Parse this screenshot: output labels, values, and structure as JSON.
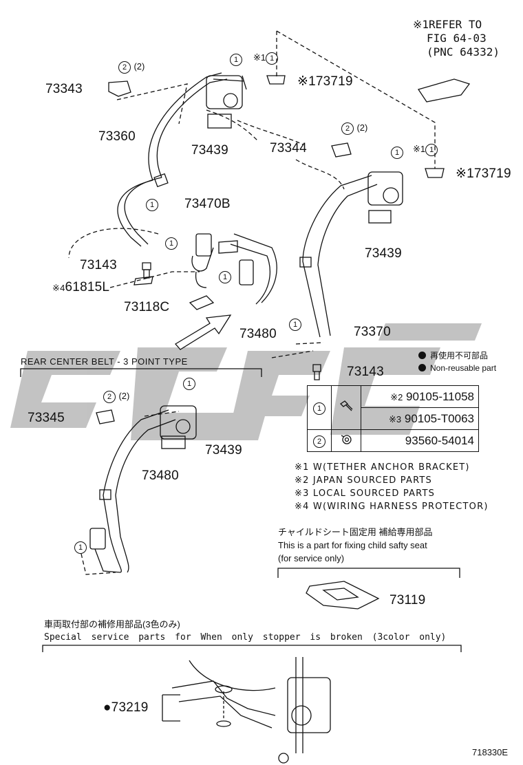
{
  "callouts": {
    "refer_line1": "※1REFER TO",
    "refer_line2": "FIG 64-03",
    "refer_line3": "(PNC 64332)",
    "qty_two": "(2)",
    "note_mark_1": "※1",
    "note_mark_4": "※4"
  },
  "part_numbers": {
    "p73343": "73343",
    "p73360": "73360",
    "p73439a": "73439",
    "p73344": "73344",
    "p73719a": "※173719",
    "p73719b": "※173719",
    "p73470b": "73470B",
    "p73439b": "73439",
    "p73143a": "73143",
    "p61815l": "61815L",
    "p73118c": "73118C",
    "p73480a": "73480",
    "p73370": "73370",
    "p73143b": "73143",
    "p73345": "73345",
    "p73439c": "73439",
    "p73480b": "73480",
    "p73119": "73119",
    "p73219": "●73219",
    "figure_code": "718330E"
  },
  "legend": {
    "non_reusable_jp": "再使用不可部品",
    "non_reusable_en": "Non-reusable part"
  },
  "fastener_table": {
    "rows": [
      {
        "key": "1",
        "note": "※2",
        "part": "90105-11058"
      },
      {
        "key": "",
        "note": "※3",
        "part": "90105-T0063"
      },
      {
        "key": "2",
        "note": "",
        "part": "93560-54014"
      }
    ]
  },
  "notes": [
    "※1 W(TETHER ANCHOR BRACKET)",
    "※2 JAPAN SOURCED PARTS",
    "※3 LOCAL SOURCED PARTS",
    "※4 W(WIRING HARNESS PROTECTOR)"
  ],
  "sections": {
    "rear_center": "REAR CENTER BELT - 3 POINT TYPE",
    "child_seat_jp": "チャイルドシート固定用 補給専用部品",
    "child_seat_en1": "This is a part for fixing child safty seat",
    "child_seat_en2": "(for service only)",
    "stopper_jp": "車両取付部の補修用部品(3色のみ)",
    "stopper_en": "Special service parts for When only stopper is broken (3color only)"
  },
  "circle_keys": {
    "one": "1",
    "two": "2"
  }
}
